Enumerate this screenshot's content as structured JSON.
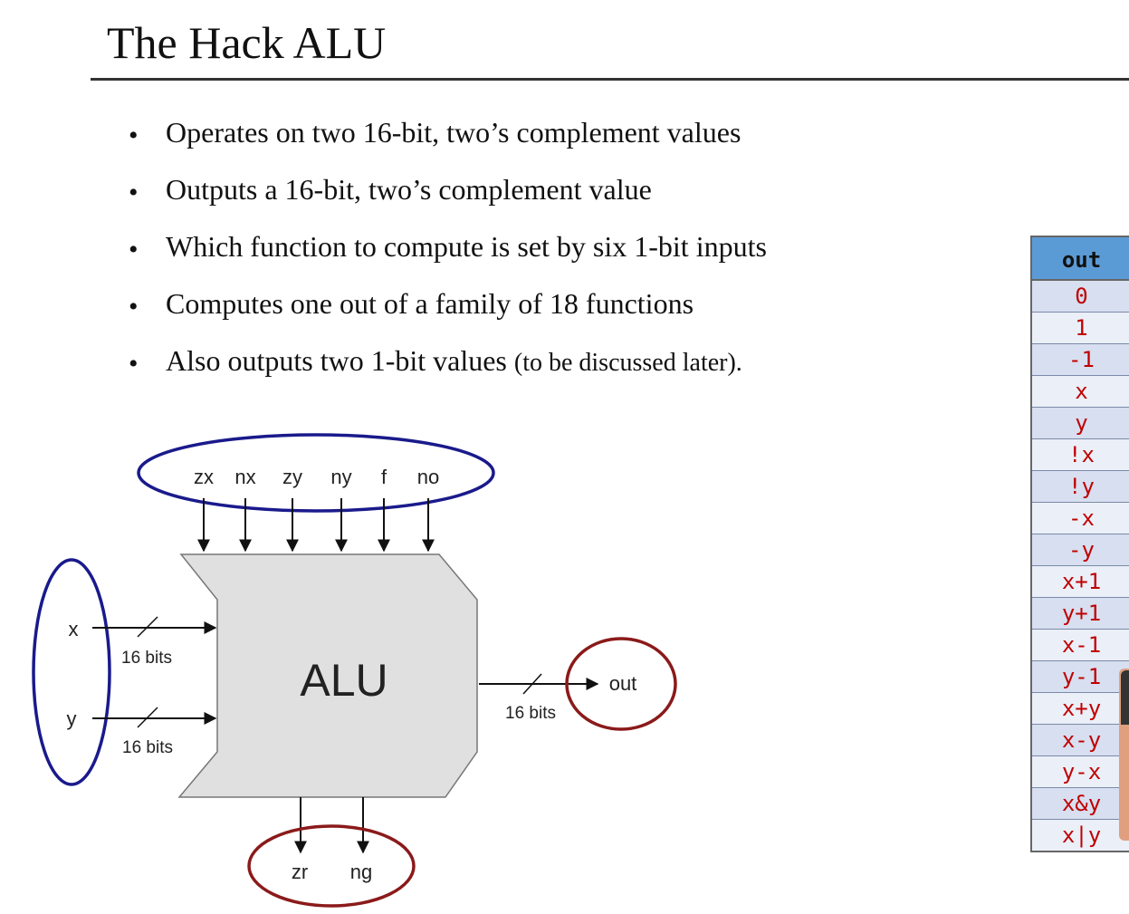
{
  "slide": {
    "title": "The Hack ALU",
    "bullets": [
      {
        "text": "Operates on two 16-bit, two’s complement values",
        "small": ""
      },
      {
        "text": "Outputs a 16-bit, two’s complement value",
        "small": ""
      },
      {
        "text": "Which function to compute is set by six 1-bit inputs",
        "small": ""
      },
      {
        "text": "Computes one out of a family of 18 functions",
        "small": ""
      },
      {
        "text": "Also outputs two 1-bit values ",
        "small": "(to be discussed later)."
      }
    ]
  },
  "diagram": {
    "chip_label": "ALU",
    "control_inputs": [
      "zx",
      "nx",
      "zy",
      "ny",
      "f",
      "no"
    ],
    "data_inputs": [
      {
        "name": "x",
        "width_label": "16 bits"
      },
      {
        "name": "y",
        "width_label": "16 bits"
      }
    ],
    "output": {
      "name": "out",
      "width_label": "16 bits"
    },
    "status_outputs": [
      "zr",
      "ng"
    ],
    "colors": {
      "inputs_ellipse": "#1a1a8c",
      "outputs_ellipse": "#8b1a1a",
      "chip_fill": "#e0e0e0"
    }
  },
  "table": {
    "header": "out",
    "rows": [
      "0",
      "1",
      "-1",
      "x",
      "y",
      "!x",
      "!y",
      "-x",
      "-y",
      "x+1",
      "y+1",
      "x-1",
      "y-1",
      "x+y",
      "x-y",
      "y-x",
      "x&y",
      "x|y"
    ],
    "colors": {
      "header_bg": "#5b9bd5",
      "cell_text": "#c00000"
    }
  }
}
